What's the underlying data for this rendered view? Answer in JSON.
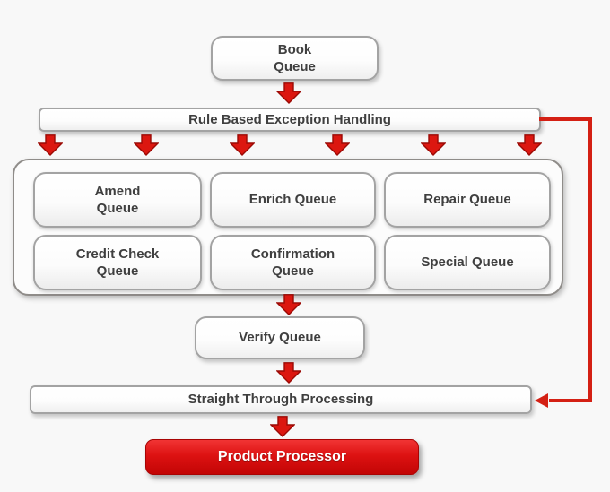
{
  "diagram": {
    "nodes": {
      "book": {
        "label": "Book\nQueue"
      },
      "rule_based_exception_handling": {
        "label": "Rule Based Exception Handling"
      },
      "queues": [
        {
          "label": "Amend\nQueue"
        },
        {
          "label": "Enrich Queue"
        },
        {
          "label": "Repair Queue"
        },
        {
          "label": "Credit Check\nQueue"
        },
        {
          "label": "Confirmation\nQueue"
        },
        {
          "label": "Special Queue"
        }
      ],
      "verify": {
        "label": "Verify Queue"
      },
      "straight_through_processing": {
        "label": "Straight Through Processing"
      },
      "product_processor": {
        "label": "Product Processor"
      }
    },
    "colors": {
      "arrow_red": "#dc1710",
      "arrow_outline": "#9b0a05",
      "connector_red": "#d42014",
      "product_red": "#d90f0f",
      "node_border": "#a3a3a3",
      "group_border": "#8f8c89",
      "text": "#3f3f3f",
      "background": "#f8f8f8"
    }
  }
}
